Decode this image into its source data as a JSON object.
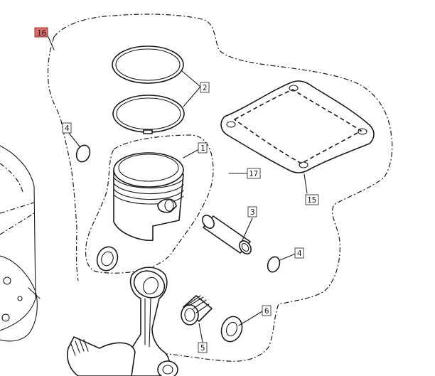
{
  "callouts": [
    {
      "id": "16",
      "text": "16",
      "highlighted": true
    },
    {
      "id": "2",
      "text": "2"
    },
    {
      "id": "4a",
      "text": "4"
    },
    {
      "id": "1",
      "text": "1"
    },
    {
      "id": "17",
      "text": "17"
    },
    {
      "id": "15",
      "text": "15"
    },
    {
      "id": "3",
      "text": "3"
    },
    {
      "id": "4b",
      "text": "4"
    },
    {
      "id": "6",
      "text": "6"
    },
    {
      "id": "5",
      "text": "5"
    }
  ],
  "colors": {
    "highlight": "#e06a6a",
    "line": "#1a1a1a",
    "background": "#ffffff"
  }
}
